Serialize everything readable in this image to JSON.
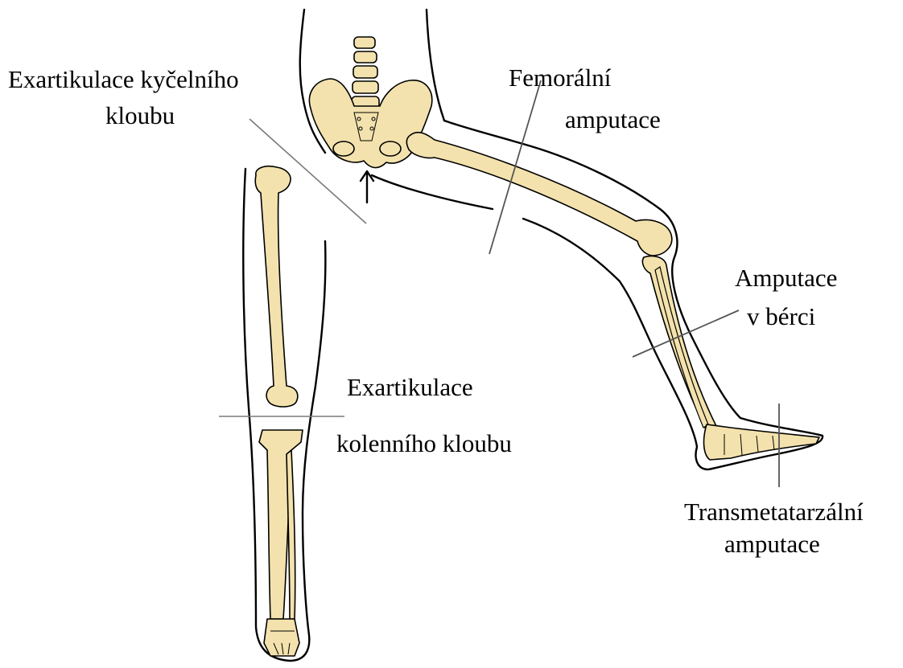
{
  "labels": {
    "hip_line1": "Exartikulace kyčelního",
    "hip_line2": "kloubu",
    "femoral_line1": "Femorální",
    "femoral_line2": "amputace",
    "lowerleg_line1": "Amputace",
    "lowerleg_line2": "v bérci",
    "knee_line1": "Exartikulace",
    "knee_line2": "kolenního kloubu",
    "transmet_line1": "Transmetatarzální",
    "transmet_line2": "amputace"
  },
  "colors": {
    "bone": "#f3e2ad",
    "outline": "#000000",
    "cut_line": "#7a7a7a"
  }
}
